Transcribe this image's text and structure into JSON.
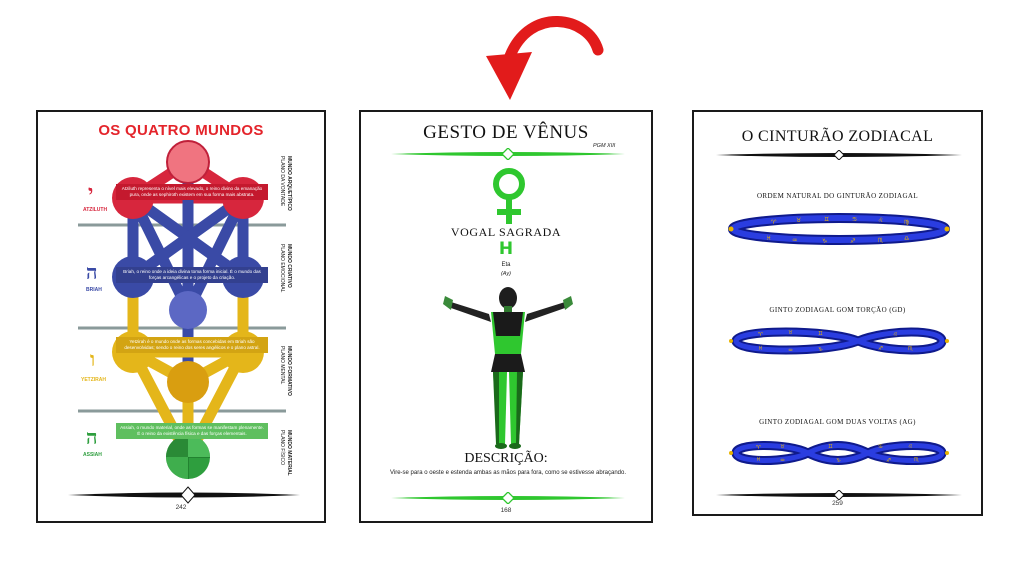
{
  "pages": [
    {
      "title": "OS QUATRO MUNDOS",
      "worlds": [
        {
          "letter": "י",
          "name": "ATZILUTH",
          "color": "#d7263d",
          "text": "Atziluth representa o nível mais elevado, o reino divino da emanação pura, onde as sephiroth existem em sua forma mais abstrata.",
          "label_bold": "MUNDO ARQUETÍPICO",
          "label_plain": "PLANO DA VONTADE"
        },
        {
          "letter": "ה",
          "name": "BRIAH",
          "color": "#3a4aa6",
          "text": "Briah, o reino onde a ideia divina toma forma inicial. É o mundo das forças arcangélicas e o projeto da criação.",
          "label_bold": "MUNDO CRIATIVO",
          "label_plain": "PLANO EMOCIONAL"
        },
        {
          "letter": "ו",
          "name": "YETZIRAH",
          "color": "#e4b61a",
          "text": "Yetzirah é o mundo onde as formas concebidas em Briah são desenvolvidas; sendo o reino dos seres angélicos e o plano astral.",
          "label_bold": "MUNDO FORMATIVO",
          "label_plain": "PLANO MENTAL"
        },
        {
          "letter": "ה",
          "name": "ASSIAH",
          "color": "#2e9e3e",
          "text": "Assiah, o mundo material, onde as formas se manifestam plenamente. É o reino da existência física e das forças elementais.",
          "label_bold": "MUNDO MATERIAL",
          "label_plain": "PLANO FÍSICO"
        }
      ],
      "page_number": "242"
    },
    {
      "title": "GESTO DE VÊNUS",
      "reference": "PGM XIII",
      "vowel_heading": "VOGAL SAGRADA",
      "vowel_letter": "H",
      "vowel_name": "Eta",
      "vowel_sound": "(Ay)",
      "description_heading": "DESCRIÇÃO:",
      "description": "Vire-se para o oeste e estenda ambas as mãos para fora, como se estivesse abraçando.",
      "page_number": "168",
      "accent": "#2fc72f"
    },
    {
      "title": "O CINTURÃO ZODIACAL",
      "belts": [
        {
          "caption": "ORDEM NATURAL DO GINTURÃO ZODIAGAL"
        },
        {
          "caption": "GINTO ZODIAGAL GOM TORÇÃO (GD)"
        },
        {
          "caption": "GINTO ZODIAGAL GOM DUAS VOLTAS (AG)"
        }
      ],
      "page_number": "259",
      "belt_color": "#1a2fd0",
      "glyph_color": "#e8b400"
    }
  ],
  "arrow_color": "#e21b1b"
}
